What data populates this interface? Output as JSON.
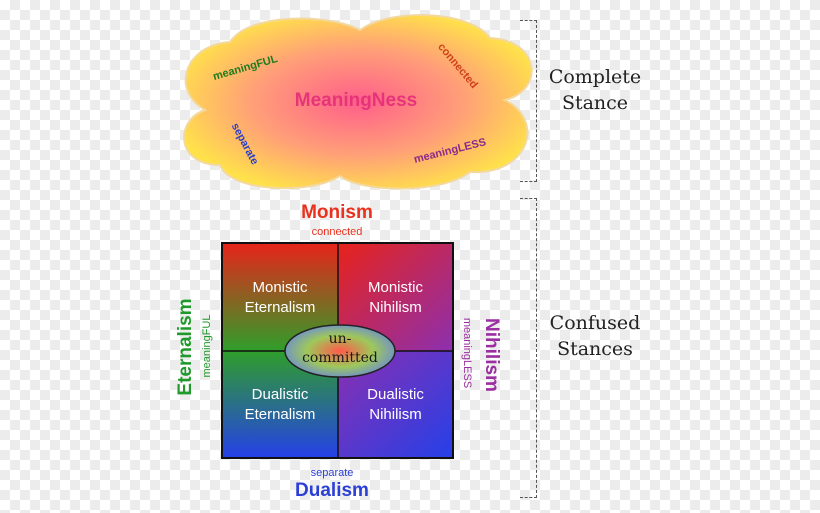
{
  "cloud": {
    "title": "MeaningNess",
    "labels": {
      "meaningful": "meaningFUL",
      "connected": "connected",
      "separate": "separate",
      "meaningless": "meaningLESS"
    }
  },
  "stances": {
    "complete_line1": "Complete",
    "complete_line2": "Stance",
    "confused_line1": "Confused",
    "confused_line2": "Stances"
  },
  "axes": {
    "top_title": "Monism",
    "top_sub": "connected",
    "bottom_title": "Dualism",
    "bottom_sub": "separate",
    "left_title": "Eternalism",
    "left_sub": "meaningFUL",
    "right_title": "Nihilism",
    "right_sub": "meaningLESS"
  },
  "quadrants": {
    "tl_1": "Monistic",
    "tl_2": "Eternalism",
    "tr_1": "Monistic",
    "tr_2": "Nihilism",
    "bl_1": "Dualistic",
    "bl_2": "Eternalism",
    "br_1": "Dualistic",
    "br_2": "Nihilism"
  },
  "center": {
    "line1": "un-",
    "line2": "committed"
  },
  "colors": {
    "monism": "#e8321e",
    "dualism": "#2b3fd6",
    "eternalism": "#1f9a2a",
    "nihilism": "#9b2ea0",
    "title": "#e6337a"
  }
}
